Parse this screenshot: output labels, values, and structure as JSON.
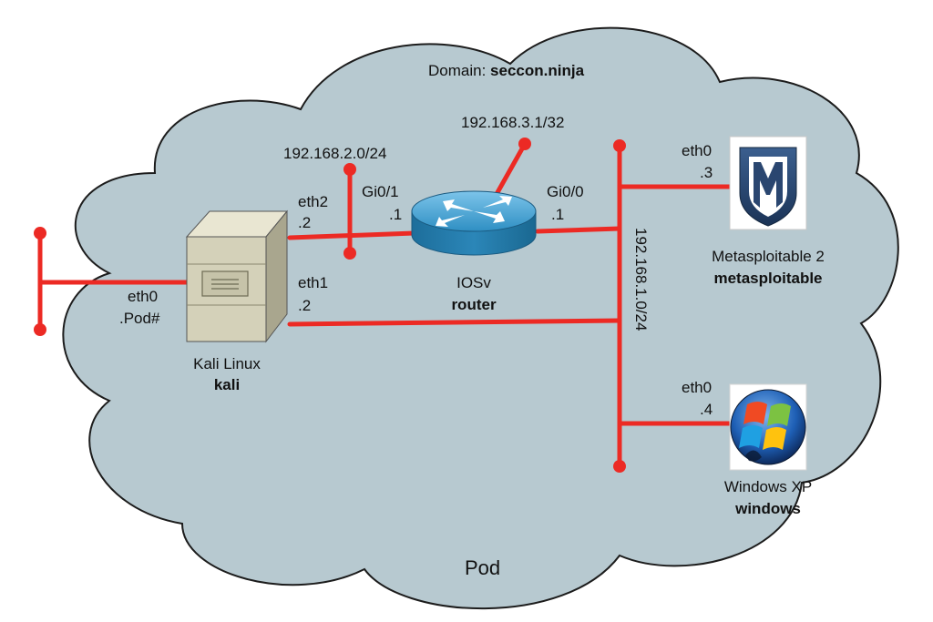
{
  "colors": {
    "cloud_fill": "#b7c9d0",
    "cloud_stroke": "#1c1c1c",
    "link": "#ec2a24",
    "router_blue": "#2f8fc3",
    "kali_beige": "#d4d1b9"
  },
  "domain": {
    "prefix": "Domain:",
    "name": "seccon.ninja"
  },
  "pod_label": "Pod",
  "networks": {
    "lan_top": "192.168.2.0/24",
    "loopback": "192.168.3.1/32",
    "lan_main": "192.168.1.0/24"
  },
  "kali": {
    "type": "Kali Linux",
    "hostname": "kali",
    "eth0_name": "eth0",
    "eth0_addr": ".Pod#",
    "eth1_name": "eth1",
    "eth1_addr": ".2",
    "eth2_name": "eth2",
    "eth2_addr": ".2",
    "icon": "server-icon"
  },
  "router": {
    "type": "IOSv",
    "hostname": "router",
    "gi01_name": "Gi0/1",
    "gi01_addr": ".1",
    "gi00_name": "Gi0/0",
    "gi00_addr": ".1",
    "icon": "router-icon"
  },
  "metasploitable": {
    "type": "Metasploitable 2",
    "hostname": "metasploitable",
    "eth0_name": "eth0",
    "eth0_addr": ".3",
    "icon": "metasploit-logo-icon"
  },
  "windows": {
    "type": "Windows XP",
    "hostname": "windows",
    "eth0_name": "eth0",
    "eth0_addr": ".4",
    "icon": "windows-logo-icon"
  }
}
